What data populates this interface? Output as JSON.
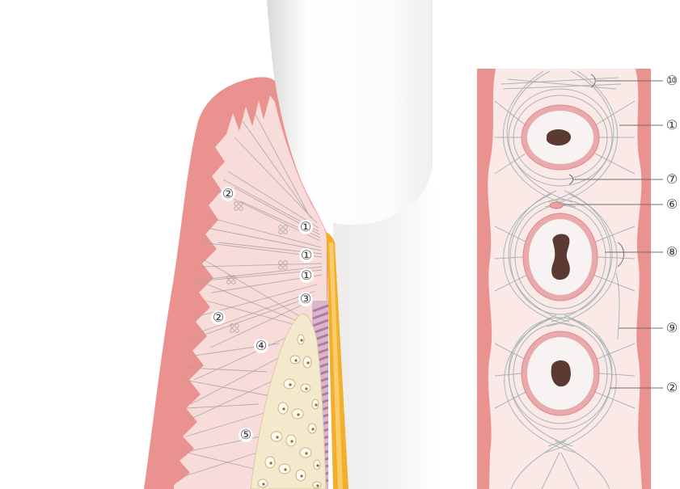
{
  "colors": {
    "gum_outer": "#ea928f",
    "gum_inner": "#f8dcda",
    "bone": "#f3e9cc",
    "cementum": "#f2ae2c",
    "pdl": "#b07aa0",
    "pdl_bg": "#d8b6cc",
    "fiber": "#a9a3a5",
    "fiber_r": "#9db1ae",
    "ring": "#eaa9ab",
    "pulp": "#5b3b31"
  },
  "left_labels": [
    {
      "text": "②"
    },
    {
      "text": "①"
    },
    {
      "text": "①"
    },
    {
      "text": "①"
    },
    {
      "text": "③"
    },
    {
      "text": "②"
    },
    {
      "text": "④"
    },
    {
      "text": "⑤"
    }
  ],
  "right_labels": [
    {
      "text": "⑩"
    },
    {
      "text": "①"
    },
    {
      "text": "⑦"
    },
    {
      "text": "⑥"
    },
    {
      "text": "⑧"
    },
    {
      "text": "⑨"
    },
    {
      "text": "②"
    }
  ]
}
